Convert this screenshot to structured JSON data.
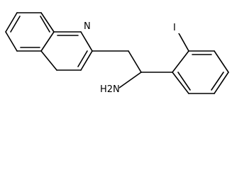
{
  "molecule": {
    "atoms": {
      "nitrogen": "N",
      "iodine": "I",
      "amine": "H2N"
    }
  }
}
